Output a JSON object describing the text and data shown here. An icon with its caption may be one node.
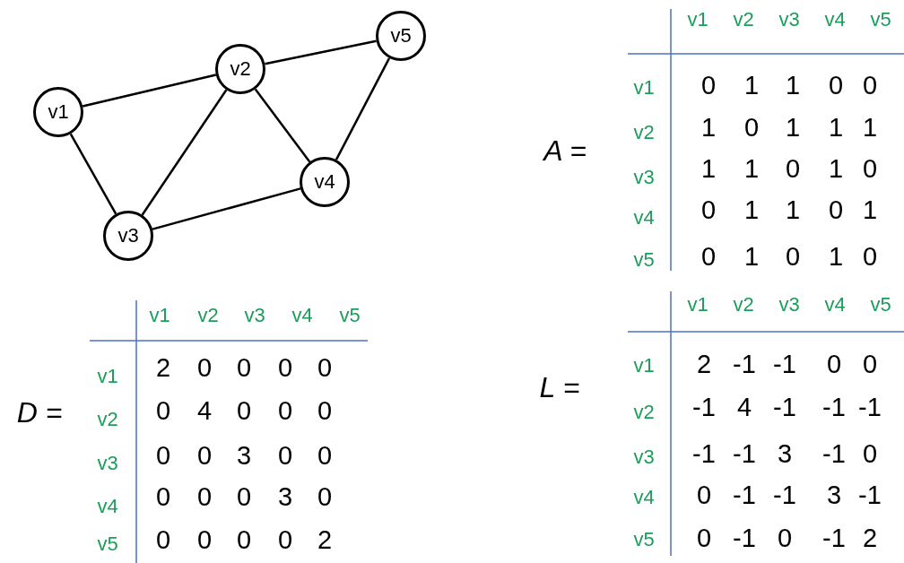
{
  "diagram": {
    "nodes": [
      {
        "text": [
          "v1"
        ]
      },
      {
        "text": [
          "v2"
        ]
      },
      {
        "text": [
          "v5"
        ]
      },
      {
        "text": [
          "v4"
        ]
      },
      {
        "text": [
          "v3"
        ]
      }
    ],
    "edges": [
      {
        "from": 0,
        "to": 1,
        "arrow": "none"
      },
      {
        "from": 0,
        "to": 4,
        "arrow": "none"
      },
      {
        "from": 1,
        "to": 4,
        "arrow": "none"
      },
      {
        "from": 1,
        "to": 3,
        "arrow": "none"
      },
      {
        "from": 1,
        "to": 2,
        "arrow": "none"
      },
      {
        "from": 4,
        "to": 3,
        "arrow": "none"
      },
      {
        "from": 3,
        "to": 2,
        "arrow": "none"
      }
    ],
    "labels": [
      "A =",
      "v1",
      "v2",
      "v3",
      "v4",
      "v5",
      "v1",
      "0",
      "1",
      "1",
      "0",
      "0",
      "v2",
      "1",
      "0",
      "1",
      "1",
      "1",
      "v3",
      "1",
      "1",
      "0",
      "1",
      "0",
      "v4",
      "0",
      "1",
      "1",
      "0",
      "1",
      "v5",
      "0",
      "1",
      "0",
      "1",
      "0",
      "D =",
      "v1",
      "v2",
      "v3",
      "v4",
      "v5",
      "v1",
      "2",
      "0",
      "0",
      "0",
      "0",
      "v2",
      "0",
      "4",
      "0",
      "0",
      "0",
      "v3",
      "0",
      "0",
      "3",
      "0",
      "0",
      "v4",
      "0",
      "0",
      "0",
      "3",
      "0",
      "v5",
      "0",
      "0",
      "0",
      "0",
      "2",
      "L =",
      "v1",
      "v2",
      "v3",
      "v4",
      "v5",
      "v1",
      "2",
      "-1",
      "-1",
      "0",
      "0",
      "v2",
      "-1",
      "4",
      "-1",
      "-1",
      "-1",
      "v3",
      "-1",
      "-1",
      "3",
      "-1",
      "0",
      "v4",
      "0",
      "-1",
      "-1",
      "3",
      "-1",
      "v5",
      "0",
      "-1",
      "0",
      "-1",
      "2"
    ]
  }
}
